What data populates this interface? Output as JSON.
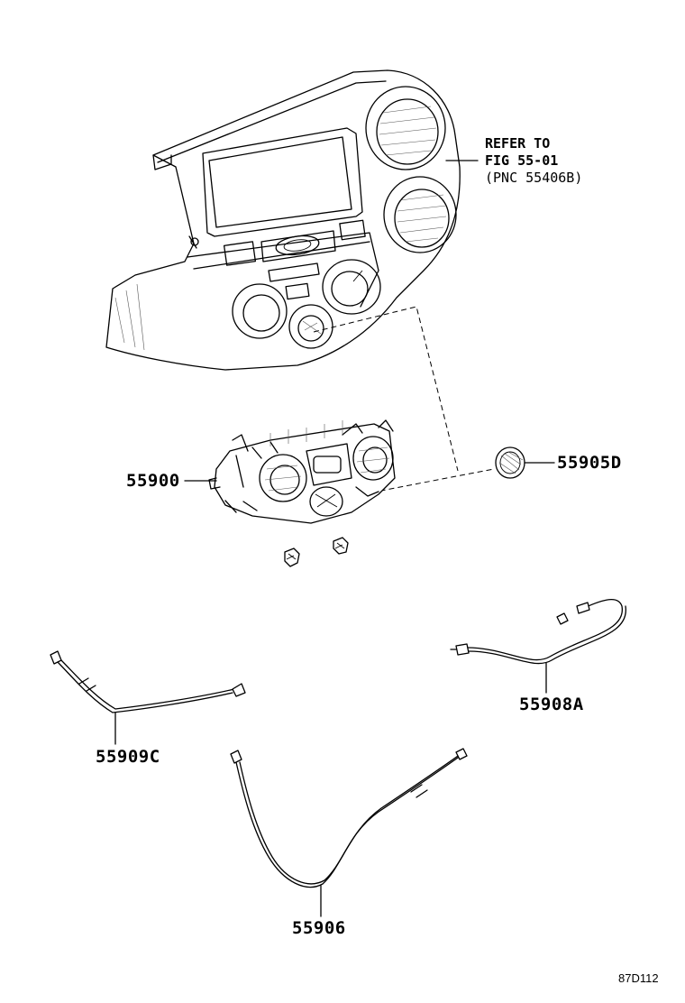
{
  "reference_note": {
    "line1": "REFER TO",
    "line2": "FIG 55-01",
    "line3": "(PNC 55406B)"
  },
  "parts": [
    {
      "id": "55900"
    },
    {
      "id": "55905D"
    },
    {
      "id": "55908A"
    },
    {
      "id": "55909C"
    },
    {
      "id": "55906"
    }
  ],
  "figure_code": "87D112"
}
